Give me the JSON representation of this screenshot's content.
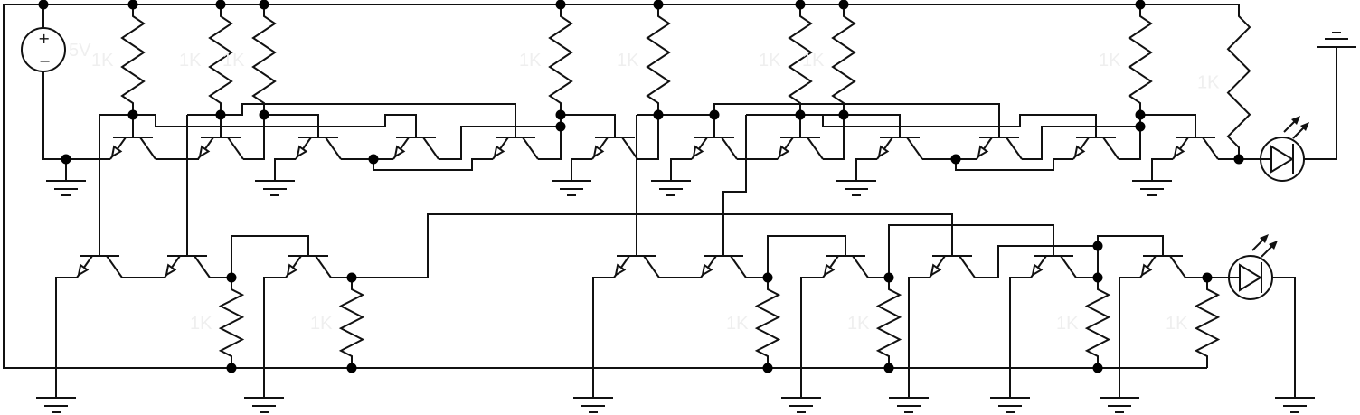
{
  "title": "Transistor logic circuit schematic with two LED outputs",
  "source": {
    "value_label": "5V",
    "plus": "+",
    "minus": "−"
  },
  "resistor_value": "1K",
  "components": {
    "top_row_transistors": 12,
    "bottom_row_transistors": 9,
    "resistors": 15,
    "leds": 2
  },
  "colors": {
    "wire": "#111111",
    "label": "#efefef",
    "background": "#ffffff"
  }
}
